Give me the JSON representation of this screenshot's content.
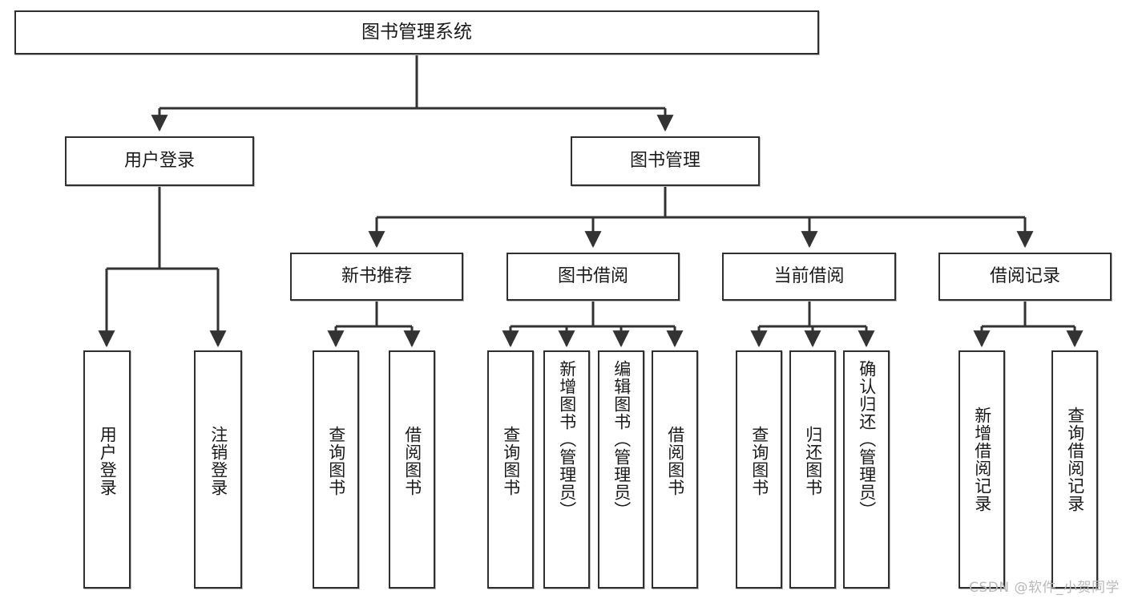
{
  "diagram": {
    "title": "图书管理系统",
    "type": "hierarchy-tree",
    "watermark": "CSDN @软件_小贺同学",
    "colors": {
      "background": "#ffffff",
      "border": "#2f2f2f",
      "text": "#1a1a1a",
      "edge": "#333333",
      "watermark": "#b9b9b9"
    },
    "levels": {
      "root": {
        "label": "图书管理系统"
      },
      "level2": [
        {
          "label": "用户登录"
        },
        {
          "label": "图书管理"
        }
      ],
      "level3": [
        {
          "label": "新书推荐"
        },
        {
          "label": "图书借阅"
        },
        {
          "label": "当前借阅"
        },
        {
          "label": "借阅记录"
        }
      ],
      "leaves": [
        {
          "label": "用户登录",
          "parent": "用户登录"
        },
        {
          "label": "注销登录",
          "parent": "用户登录"
        },
        {
          "label": "查询图书",
          "parent": "新书推荐"
        },
        {
          "label": "借阅图书",
          "parent": "新书推荐"
        },
        {
          "label": "查询图书",
          "parent": "图书借阅"
        },
        {
          "label": "新增图书（管理员）",
          "parent": "图书借阅"
        },
        {
          "label": "编辑图书（管理员）",
          "parent": "图书借阅"
        },
        {
          "label": "借阅图书",
          "parent": "图书借阅"
        },
        {
          "label": "查询图书",
          "parent": "当前借阅"
        },
        {
          "label": "归还图书",
          "parent": "当前借阅"
        },
        {
          "label": "确认归还（管理员）",
          "parent": "当前借阅"
        },
        {
          "label": "新增借阅记录",
          "parent": "借阅记录"
        },
        {
          "label": "查询借阅记录",
          "parent": "借阅记录"
        }
      ]
    }
  }
}
